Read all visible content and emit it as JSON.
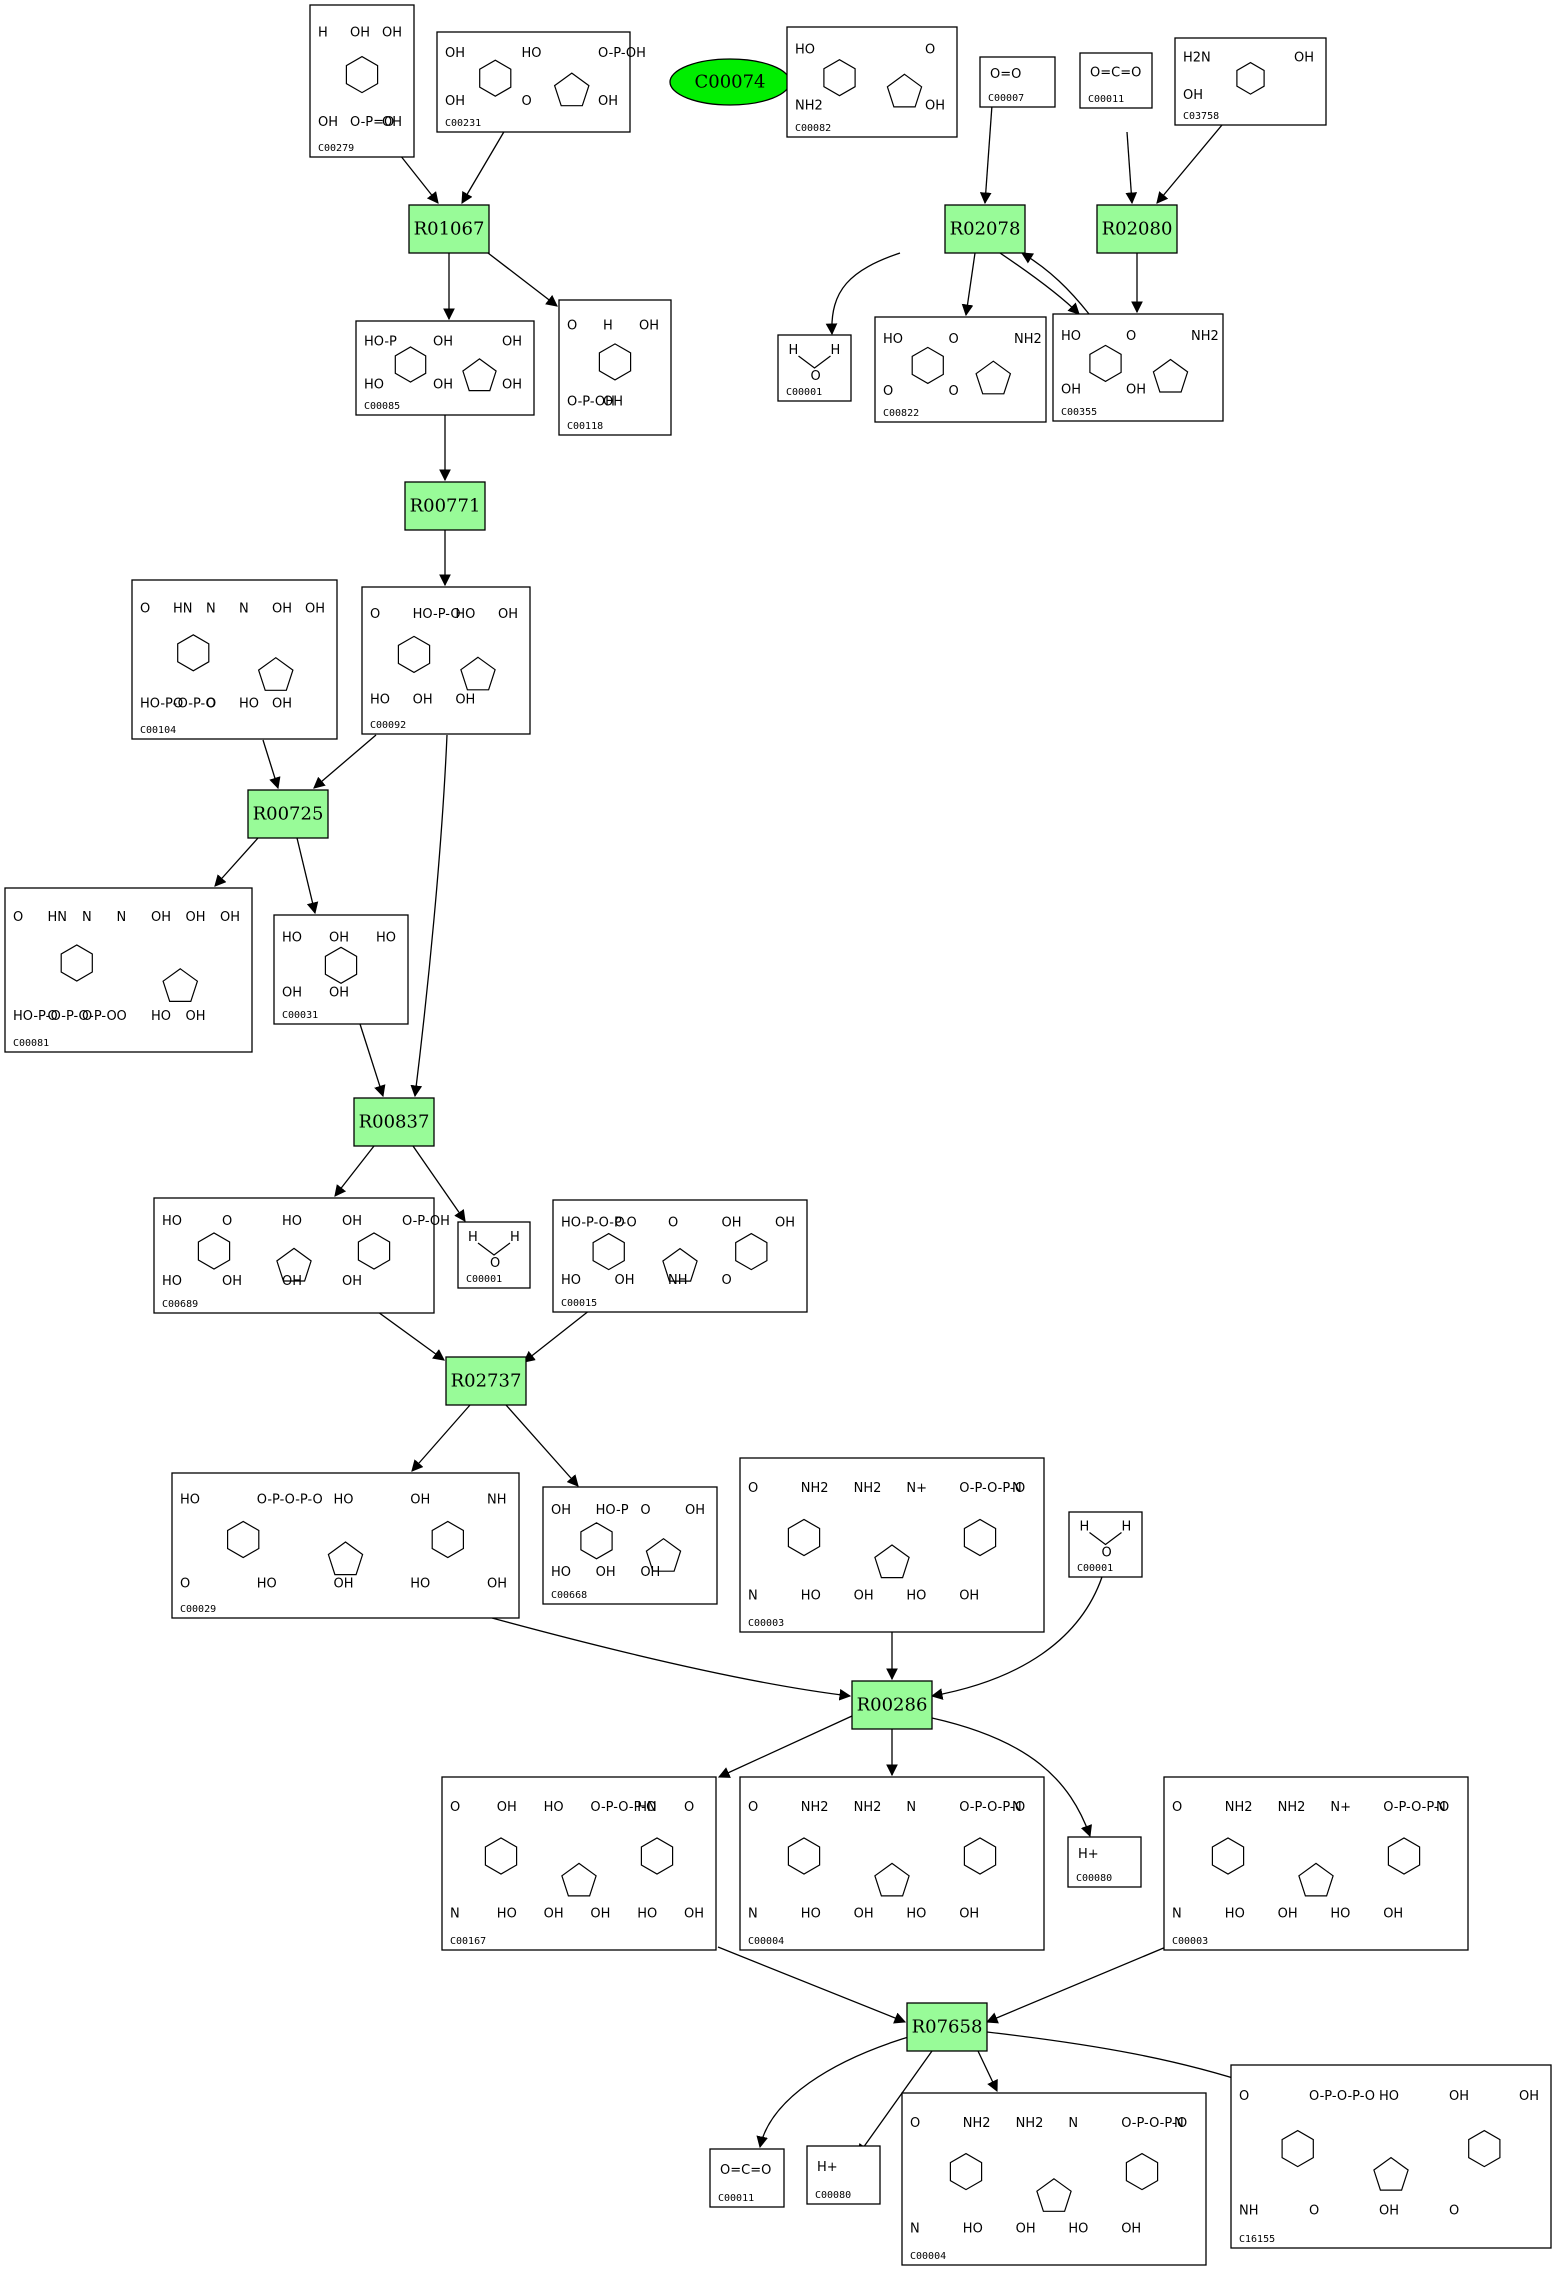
{
  "highlight": {
    "id": "C00074",
    "color": "#00ee00"
  },
  "reaction_color": "#98fb98",
  "reactions": [
    {
      "id": "R01067"
    },
    {
      "id": "R02078"
    },
    {
      "id": "R02080"
    },
    {
      "id": "R00771"
    },
    {
      "id": "R00725"
    },
    {
      "id": "R00837"
    },
    {
      "id": "R02737"
    },
    {
      "id": "R00286"
    },
    {
      "id": "R07658"
    }
  ],
  "compounds": [
    {
      "key": "c00279",
      "id": "C00279",
      "labels": [
        "H",
        "OH",
        "OH",
        "OH",
        "O-P=O",
        "OH"
      ]
    },
    {
      "key": "c00231",
      "id": "C00231",
      "labels": [
        "OH",
        "HO",
        "O-P-OH",
        "OH",
        "O",
        "OH"
      ]
    },
    {
      "key": "c00082",
      "id": "C00082",
      "labels": [
        "HO",
        "O",
        "NH2",
        "OH"
      ]
    },
    {
      "key": "c00007",
      "id": "C00007",
      "labels": [
        "O=O"
      ]
    },
    {
      "key": "c00011",
      "id": "C00011",
      "labels": [
        "O=C=O"
      ]
    },
    {
      "key": "c03758",
      "id": "C03758",
      "labels": [
        "H2N",
        "OH",
        "OH"
      ]
    },
    {
      "key": "c00085",
      "id": "C00085",
      "labels": [
        "HO-P",
        "OH",
        "OH",
        "HO",
        "OH",
        "OH"
      ]
    },
    {
      "key": "c00118",
      "id": "C00118",
      "labels": [
        "O",
        "H",
        "OH",
        "O-P-OH",
        "OH"
      ]
    },
    {
      "key": "c00001a",
      "id": "C00001",
      "labels": [
        "H",
        "O",
        "H"
      ]
    },
    {
      "key": "c00822",
      "id": "C00822",
      "labels": [
        "HO",
        "O",
        "NH2",
        "O",
        "O"
      ]
    },
    {
      "key": "c00355",
      "id": "C00355",
      "labels": [
        "HO",
        "O",
        "NH2",
        "OH",
        "OH"
      ]
    },
    {
      "key": "c00104",
      "id": "C00104",
      "labels": [
        "O",
        "HN",
        "N",
        "N",
        "OH",
        "OH",
        "HO-P-O-P-O",
        "O",
        "O",
        "HO",
        "OH"
      ]
    },
    {
      "key": "c00092",
      "id": "C00092",
      "labels": [
        "O",
        "HO-P-O",
        "HO",
        "OH",
        "HO",
        "OH",
        "OH"
      ]
    },
    {
      "key": "c00081",
      "id": "C00081",
      "labels": [
        "O",
        "HN",
        "N",
        "N",
        "OH",
        "OH",
        "OH",
        "HO-P-O-P-O-P-O",
        "O",
        "O",
        "O",
        "HO",
        "OH"
      ]
    },
    {
      "key": "c00031",
      "id": "C00031",
      "labels": [
        "HO",
        "OH",
        "HO",
        "OH",
        "OH"
      ]
    },
    {
      "key": "c00689",
      "id": "C00689",
      "labels": [
        "HO",
        "O",
        "HO",
        "OH",
        "O-P-OH",
        "HO",
        "OH",
        "OH",
        "OH"
      ]
    },
    {
      "key": "c00001b",
      "id": "C00001",
      "labels": [
        "H",
        "O",
        "H"
      ]
    },
    {
      "key": "c00015",
      "id": "C00015",
      "labels": [
        "HO-P-O-P-O",
        "O",
        "O",
        "OH",
        "OH",
        "HO",
        "OH",
        "NH",
        "O"
      ]
    },
    {
      "key": "c00029",
      "id": "C00029",
      "labels": [
        "HO",
        "O-P-O-P-O",
        "HO",
        "OH",
        "NH",
        "O",
        "HO",
        "OH",
        "HO",
        "OH"
      ]
    },
    {
      "key": "c00668",
      "id": "C00668",
      "labels": [
        "OH",
        "HO-P",
        "O",
        "OH",
        "HO",
        "OH",
        "OH"
      ]
    },
    {
      "key": "c00003a",
      "id": "C00003",
      "labels": [
        "O",
        "NH2",
        "NH2",
        "N+",
        "O-P-O-P-O",
        "N",
        "N",
        "HO",
        "OH",
        "HO",
        "OH"
      ]
    },
    {
      "key": "c00001c",
      "id": "C00001",
      "labels": [
        "H",
        "O",
        "H"
      ]
    },
    {
      "key": "c00167",
      "id": "C00167",
      "labels": [
        "O",
        "OH",
        "HO",
        "O-P-O-P-O",
        "HN",
        "O",
        "N",
        "HO",
        "OH",
        "OH",
        "HO",
        "OH"
      ]
    },
    {
      "key": "c00004a",
      "id": "C00004",
      "labels": [
        "O",
        "NH2",
        "NH2",
        "N",
        "O-P-O-P-O",
        "N",
        "N",
        "HO",
        "OH",
        "HO",
        "OH"
      ]
    },
    {
      "key": "c00080a",
      "id": "C00080",
      "labels": [
        "H+"
      ]
    },
    {
      "key": "c00003b",
      "id": "C00003",
      "labels": [
        "O",
        "NH2",
        "NH2",
        "N+",
        "O-P-O-P-O",
        "N",
        "N",
        "HO",
        "OH",
        "HO",
        "OH"
      ]
    },
    {
      "key": "c00011b",
      "id": "C00011",
      "labels": [
        "O=C=O"
      ]
    },
    {
      "key": "c00080b",
      "id": "C00080",
      "labels": [
        "H+"
      ]
    },
    {
      "key": "c00004b",
      "id": "C00004",
      "labels": [
        "O",
        "NH2",
        "NH2",
        "N",
        "O-P-O-P-O",
        "N",
        "N",
        "HO",
        "OH",
        "HO",
        "OH"
      ]
    },
    {
      "key": "c16155",
      "id": "C16155",
      "labels": [
        "O",
        "O-P-O-P-O",
        "HO",
        "OH",
        "OH",
        "NH",
        "O",
        "OH",
        "O"
      ]
    }
  ]
}
